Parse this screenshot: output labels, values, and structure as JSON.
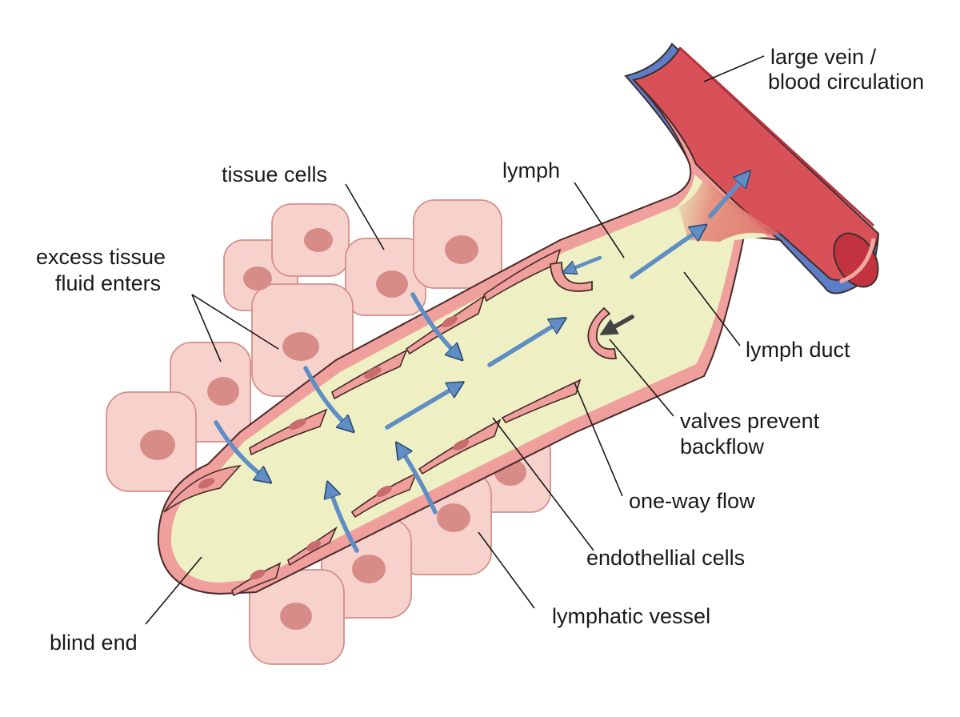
{
  "labels": {
    "large_vein_line1": "large vein /",
    "large_vein_line2": "blood circulation",
    "tissue_cells": "tissue cells",
    "lymph": "lymph",
    "excess_fluid_line1": "excess tissue",
    "excess_fluid_line2": "fluid enters",
    "lymph_duct": "lymph duct",
    "valves_line1": "valves prevent",
    "valves_line2": "backflow",
    "one_way_flow": "one-way flow",
    "endothelial_cells": "endothellial cells",
    "lymphatic_vessel": "lymphatic vessel",
    "blind_end": "blind end"
  },
  "colors": {
    "cell_fill": "#f7d2cc",
    "cell_stroke": "#d48f88",
    "nucleus": "#d88c88",
    "lymph_fill": "#eef0c4",
    "vessel_wall": "#ef9f9c",
    "vein_red": "#d95158",
    "vein_blue": "#5d7dc6",
    "flow_arrow": "#5f8dc4",
    "backflow_arrow": "#444444"
  }
}
